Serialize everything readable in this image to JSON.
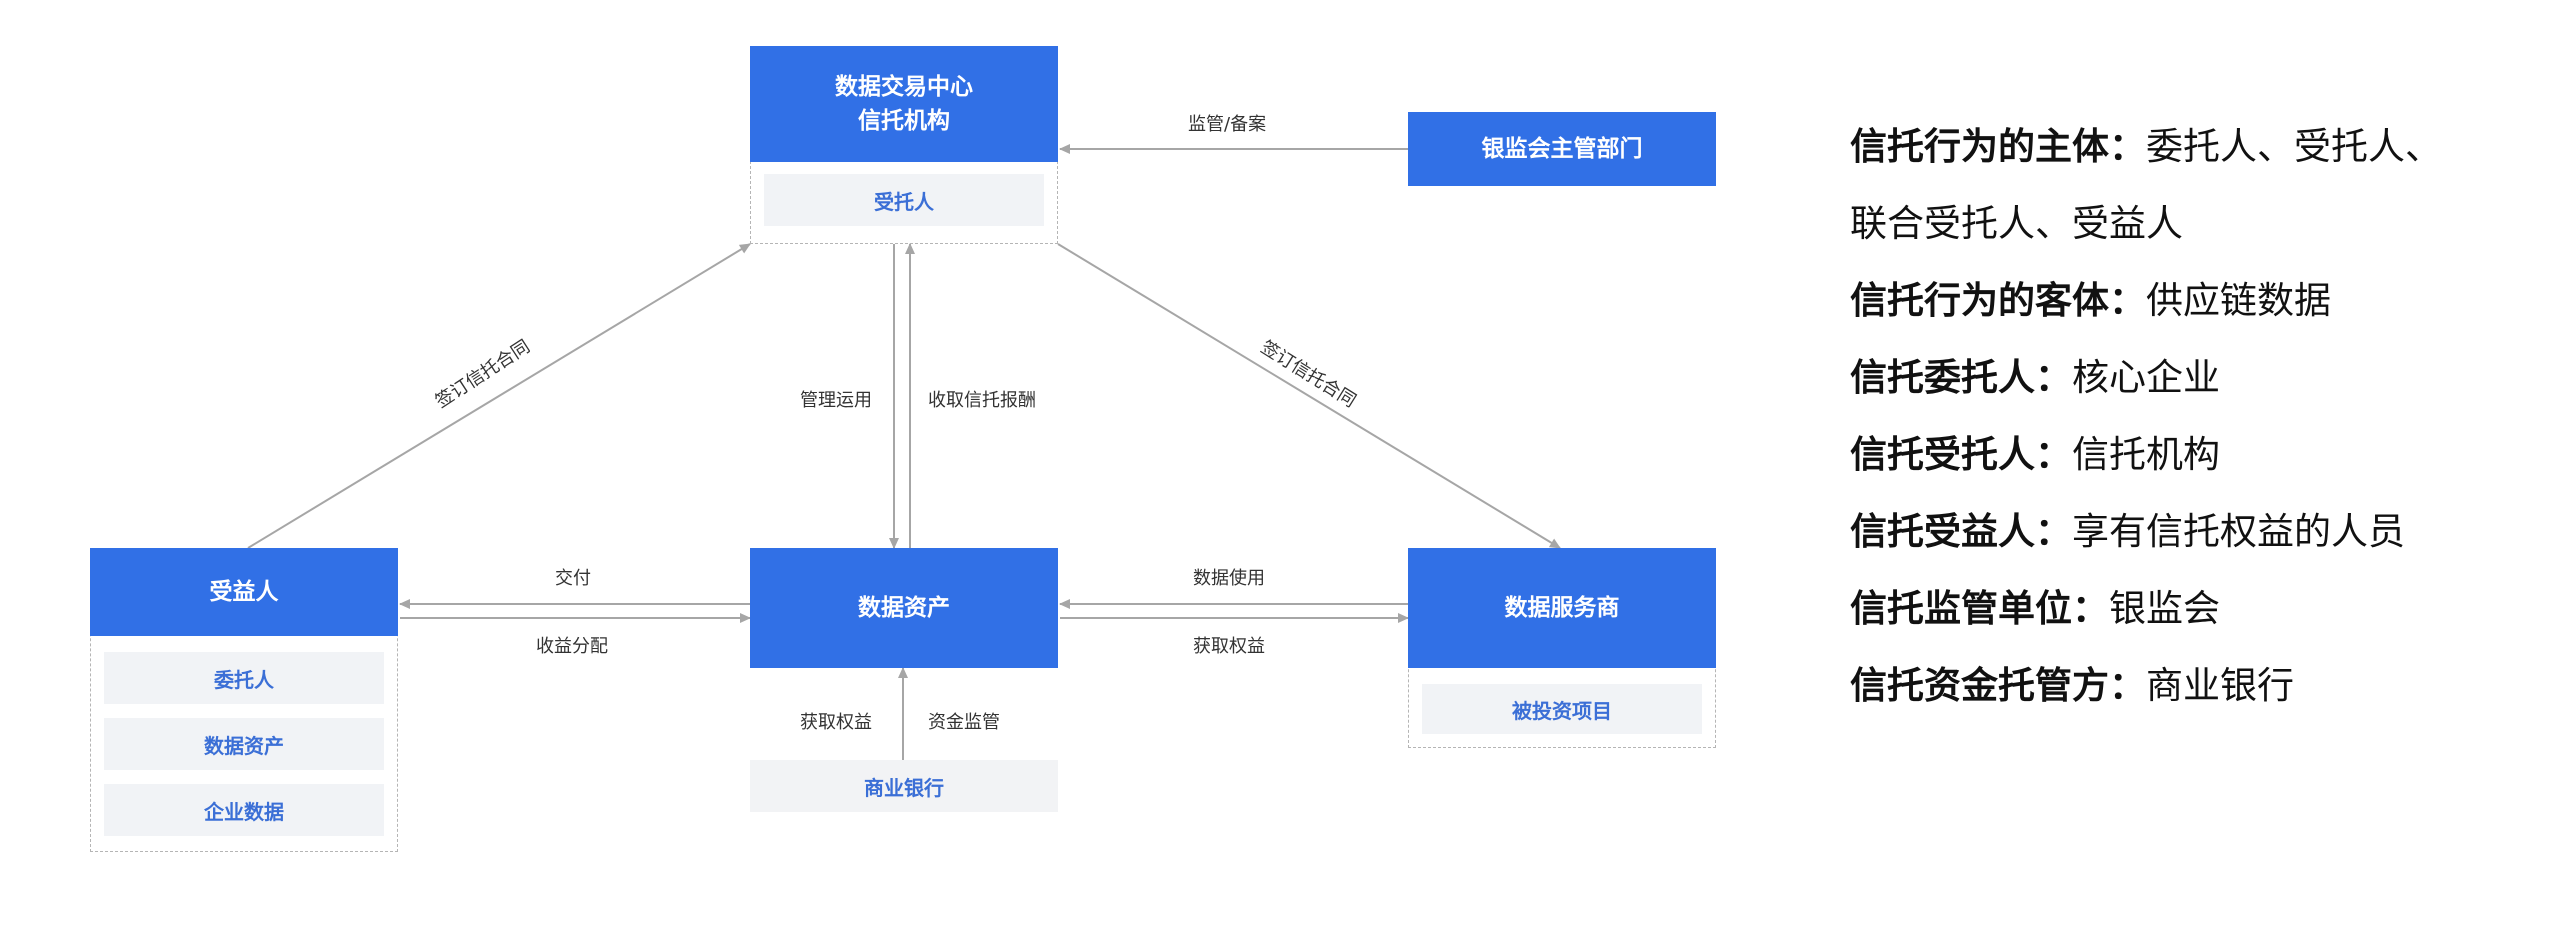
{
  "nodes": {
    "center_title": "数据交易中心\n信托机构",
    "center_chip": "受托人",
    "regulator": "银监会主管部门",
    "beneficiary": "受益人",
    "beneficiary_items": [
      "委托人",
      "数据资产",
      "企业数据"
    ],
    "assets": "数据资产",
    "service": "数据服务商",
    "service_chip": "被投资项目",
    "bank": "商业银行"
  },
  "edges": {
    "supervise": "监管/备案",
    "sign_left": "签订信托合同",
    "sign_right": "签订信托合同",
    "manage": "管理运用",
    "fee": "收取信托报酬",
    "deliver": "交付",
    "profit_dist": "收益分配",
    "data_use": "数据使用",
    "gain_right": "获取权益",
    "gain_bottom": "获取权益",
    "fund_supervise": "资金监管"
  },
  "legend": [
    {
      "key": "信托行为的主体：",
      "value": "委托人、受托人、",
      "cont": "联合受托人、受益人"
    },
    {
      "key": "信托行为的客体：",
      "value": "供应链数据"
    },
    {
      "key": "信托委托人：",
      "value": "核心企业"
    },
    {
      "key": "信托受托人：",
      "value": "信托机构"
    },
    {
      "key": "信托受益人：",
      "value": "享有信托权益的人员"
    },
    {
      "key": "信托监管单位：",
      "value": "银监会"
    },
    {
      "key": "信托资金托管方：",
      "value": "商业银行"
    }
  ],
  "colors": {
    "node": "#3170e6",
    "chip_text": "#3b6fd6",
    "edge": "#a6a6a6"
  }
}
